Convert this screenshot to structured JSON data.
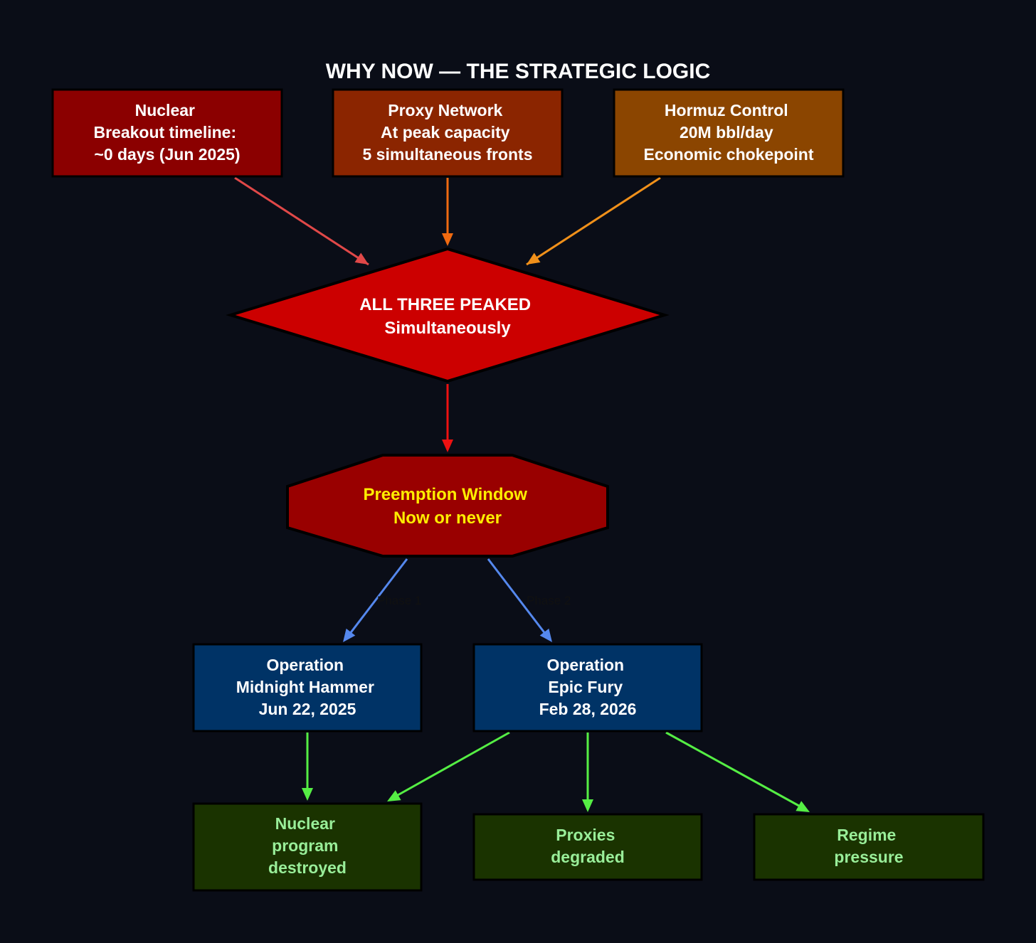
{
  "title": "WHY NOW — THE STRATEGIC LOGIC",
  "colors": {
    "background": "#0a0d17",
    "nuclear_fill": "#8b0000",
    "proxy_fill": "#8b2500",
    "hormuz_fill": "#8b4500",
    "peak_fill": "#cc0000",
    "window_fill": "#990000",
    "operation_fill": "#003366",
    "outcome_fill": "#1a3300",
    "edge_red_light": "#e04848",
    "edge_orange": "#f06a10",
    "edge_amber": "#f0901a",
    "edge_red": "#ee1111",
    "edge_blue": "#5588ee",
    "edge_green": "#55ee44",
    "window_text": "#ffee00",
    "outcome_text": "#99ee99"
  },
  "nodes": {
    "nuclear": {
      "lines": [
        "Nuclear",
        "Breakout timeline:",
        "~0 days (Jun 2025)"
      ]
    },
    "proxy": {
      "lines": [
        "Proxy Network",
        "At peak capacity",
        "5 simultaneous fronts"
      ]
    },
    "hormuz": {
      "lines": [
        "Hormuz Control",
        "20M bbl/day",
        "Economic chokepoint"
      ]
    },
    "peak": {
      "lines": [
        "ALL THREE PEAKED",
        "Simultaneously"
      ]
    },
    "window": {
      "lines": [
        "Preemption Window",
        "Now or never"
      ]
    },
    "op1": {
      "lines": [
        "Operation",
        "Midnight Hammer",
        "Jun 22, 2025"
      ]
    },
    "op2": {
      "lines": [
        "Operation",
        "Epic Fury",
        "Feb 28, 2026"
      ]
    },
    "out_nuclear": {
      "lines": [
        "Nuclear",
        "program",
        "destroyed"
      ]
    },
    "out_proxies": {
      "lines": [
        "Proxies",
        "degraded"
      ]
    },
    "out_regime": {
      "lines": [
        "Regime",
        "pressure"
      ]
    }
  },
  "edge_labels": {
    "phase1": "Phase 1",
    "phase2": "Phase 2"
  }
}
